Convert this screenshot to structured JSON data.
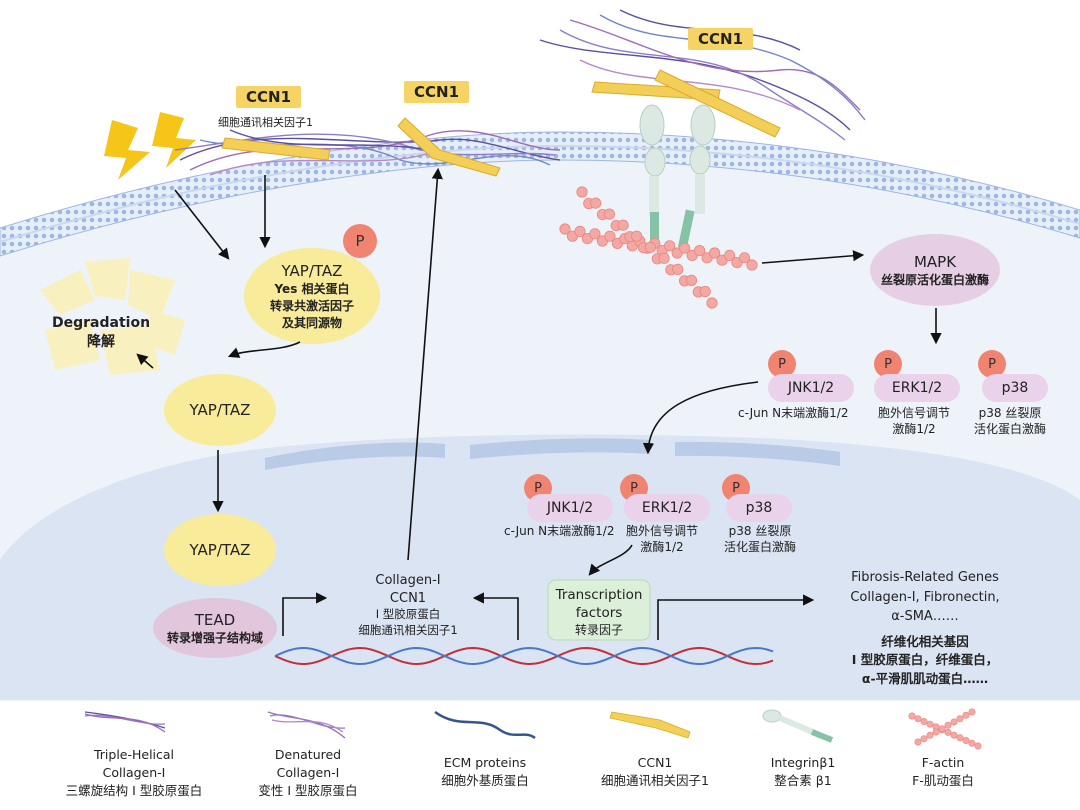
{
  "ccn1_tags": [
    "CCN1",
    "CCN1",
    "CCN1"
  ],
  "ccn1_subtitle": "细胞通讯相关因子1",
  "phospho": "P",
  "yap_taz_cytoplasm": {
    "name": "YAP/TAZ",
    "sub1": "Yes 相关蛋白",
    "sub2": "转录共激活因子",
    "sub3": "及其同源物"
  },
  "degradation": {
    "en": "Degradation",
    "zh": "降解"
  },
  "yap_taz_lower": "YAP/TAZ",
  "yap_taz_nucleus": "YAP/TAZ",
  "tead": {
    "name": "TEAD",
    "zh": "转录增强子结构域"
  },
  "mapk": {
    "name": "MAPK",
    "zh": "丝裂原活化蛋白激酶"
  },
  "kinases": [
    {
      "name": "JNK1/2",
      "zh1": "c-Jun N末端激酶1/2",
      "zh2": ""
    },
    {
      "name": "ERK1/2",
      "zh1": "胞外信号调节",
      "zh2": "激酶1/2"
    },
    {
      "name": "p38",
      "zh1": "p38 丝裂原",
      "zh2": "活化蛋白激酶"
    }
  ],
  "collagen_genes": {
    "l1": "Collagen-I",
    "l2": "CCN1",
    "l3": "I 型胶原蛋白",
    "l4": "细胞通讯相关因子1"
  },
  "transcription_factors": {
    "l1": "Transcription",
    "l2": "factors",
    "l3": "转录因子"
  },
  "fibrosis_genes": {
    "l1": "Fibrosis-Related Genes",
    "l2": "Collagen-I, Fibronectin,",
    "l3": "α-SMA……",
    "l4": "纤维化相关基因",
    "l5": "I 型胶原蛋白，纤维蛋白，",
    "l6": "α-平滑肌肌动蛋白……"
  },
  "legend": [
    {
      "l1": "Triple-Helical",
      "l2": "Collagen-I",
      "l3": "三螺旋结构 I 型胶原蛋白"
    },
    {
      "l1": "Denatured",
      "l2": "Collagen-I",
      "l3": "变性 I 型胶原蛋白"
    },
    {
      "l1": "ECM proteins",
      "l2": "细胞外基质蛋白",
      "l3": ""
    },
    {
      "l1": "CCN1",
      "l2": "细胞通讯相关因子1",
      "l3": ""
    },
    {
      "l1": "Integrinβ1",
      "l2": "整合素 β1",
      "l3": ""
    },
    {
      "l1": "F-actin",
      "l2": "F-肌动蛋白",
      "l3": ""
    }
  ],
  "colors": {
    "membrane": "#a9c3e6",
    "cytoplasm": "#eef3fa",
    "nucleus": "#dbe4f2",
    "yap": "#f8eb9a",
    "ccn1": "#f6d365",
    "phospho": "#f08470",
    "kinase": "#ead3ea",
    "tead": "#e1c6dc",
    "mapk": "#e6cfe4",
    "tf": "#dcefd9",
    "dna_red": "#c0303a",
    "dna_blue": "#4a78c8",
    "actin": "#f4a7a3"
  }
}
